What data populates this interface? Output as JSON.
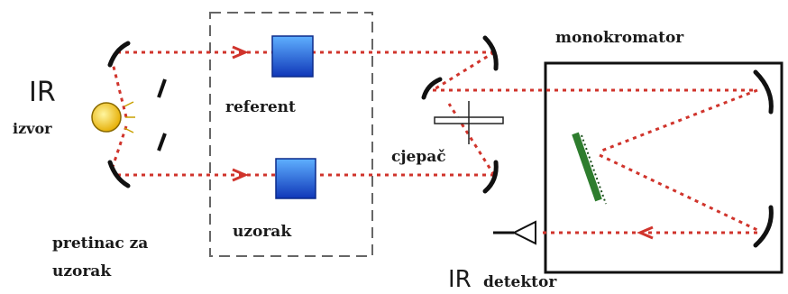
{
  "labels": {
    "ir_source_big": "IR",
    "ir_source_small": "izvor",
    "reference": "referent",
    "sample": "uzorak",
    "beam_splitter": "cjepač",
    "sample_holder_line1": "pretinac za",
    "sample_holder_line2": "uzorak",
    "monochromator": "monokromator",
    "detector_big": "IR",
    "detector_small": "detektor"
  },
  "colors": {
    "beam": "#d0342c",
    "source": "#f2c21b",
    "cell": "#1f5fd6",
    "grating": "#2e7d2e",
    "frame": "#555555"
  }
}
